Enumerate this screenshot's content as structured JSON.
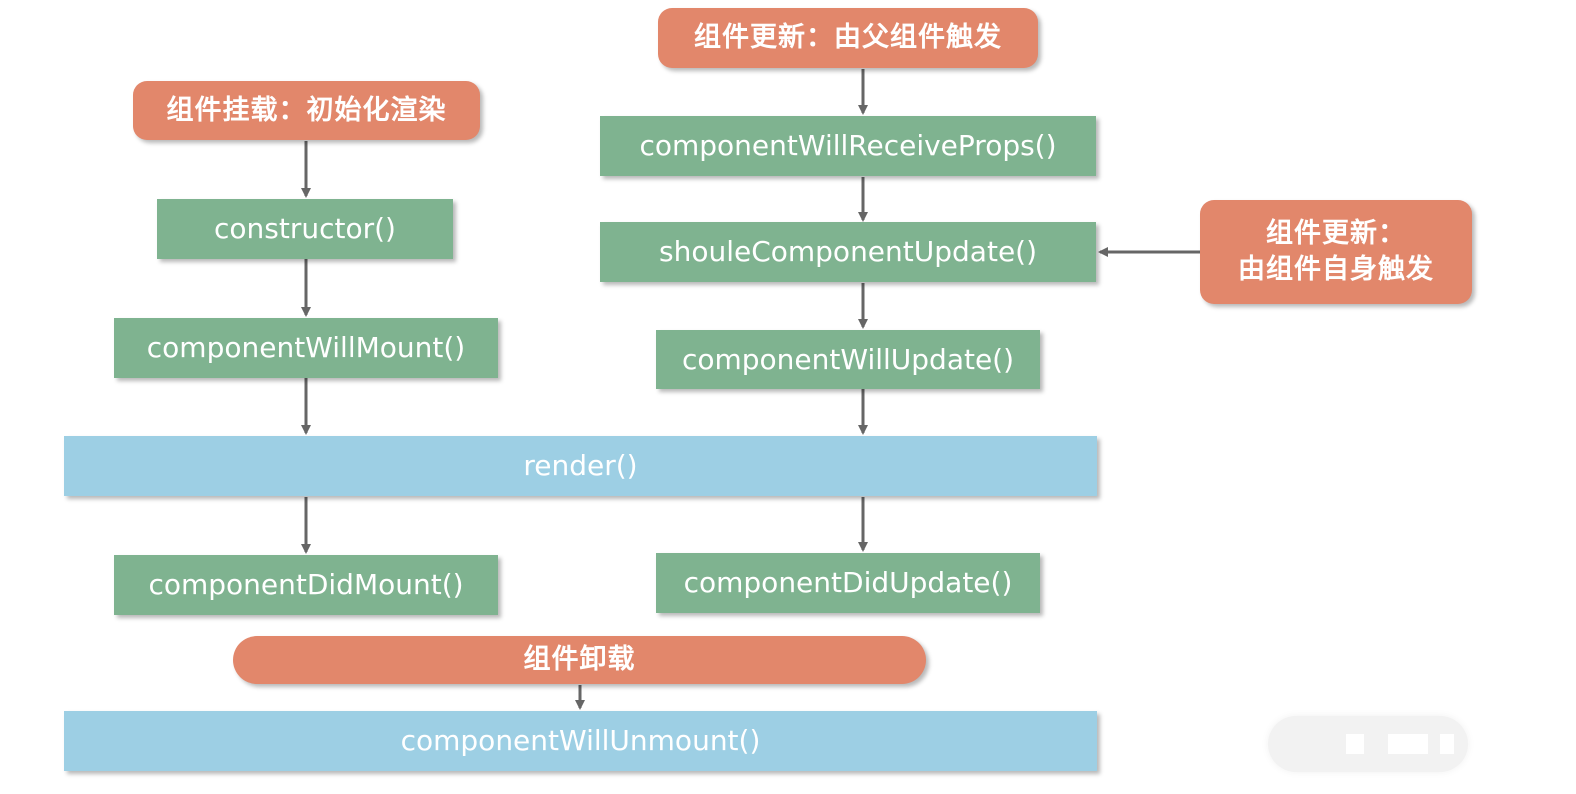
{
  "nodes": {
    "mount_title": "组件挂载：初始化渲染",
    "constructor": "constructor()",
    "will_mount": "componentWillMount()",
    "render": "render()",
    "did_mount": "componentDidMount()",
    "update_parent_title": "组件更新：由父组件触发",
    "will_receive_props": "componentWillReceiveProps()",
    "should_update": "shouleComponentUpdate()",
    "update_self_title_line1": "组件更新：",
    "update_self_title_line2": "由组件自身触发",
    "will_update": "componentWillUpdate()",
    "did_update": "componentDidUpdate()",
    "unmount_title": "组件卸载",
    "will_unmount": "componentWillUnmount()"
  },
  "colors": {
    "orange": "#e2876b",
    "green": "#7fb390",
    "blue": "#9dcfe4",
    "arrow": "#666666"
  }
}
